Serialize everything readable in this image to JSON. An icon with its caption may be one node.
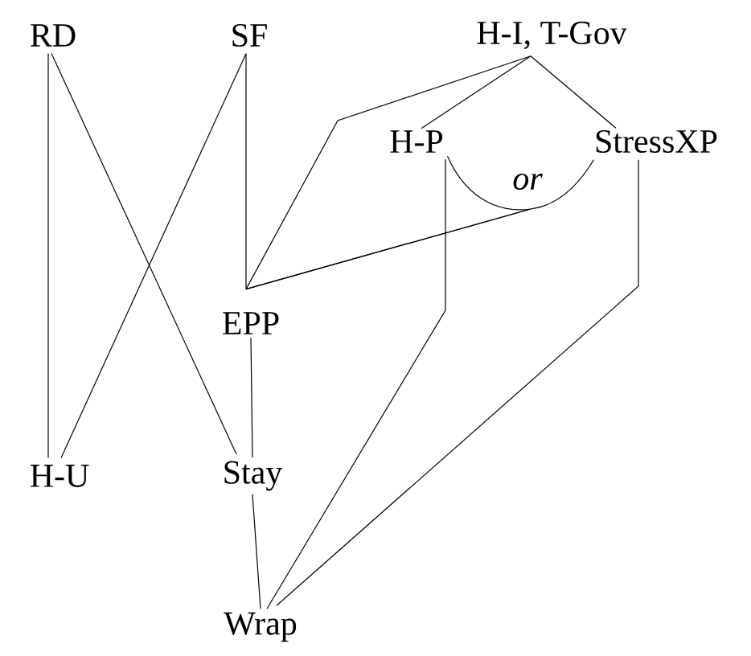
{
  "diagram": {
    "nodes": [
      {
        "text": [
          "RD"
        ]
      },
      {
        "text": [
          "SF"
        ]
      },
      {
        "text": [
          "H-I, T-Gov"
        ]
      },
      {
        "text": [
          "H-P"
        ]
      },
      {
        "text": [
          "StressXP"
        ]
      },
      {
        "text": [
          "EPP"
        ]
      },
      {
        "text": [
          "H-U"
        ]
      },
      {
        "text": [
          "Stay"
        ]
      },
      {
        "text": [
          "Wrap"
        ]
      }
    ],
    "edges": [
      {
        "from": 0,
        "to": 6,
        "arrow": "none"
      },
      {
        "from": 0,
        "to": 7,
        "arrow": "none"
      },
      {
        "from": 1,
        "to": 6,
        "arrow": "none"
      },
      {
        "from": 1,
        "to": 5,
        "arrow": "none"
      },
      {
        "from": 2,
        "to": 5,
        "arrow": "none"
      },
      {
        "from": 2,
        "to": 3,
        "arrow": "none"
      },
      {
        "from": 2,
        "to": 4,
        "arrow": "none"
      },
      {
        "from": 3,
        "to": 5,
        "arrow": "none"
      },
      {
        "from": 4,
        "to": 5,
        "arrow": "none"
      },
      {
        "from": 5,
        "to": 7,
        "arrow": "none"
      },
      {
        "from": 7,
        "to": 8,
        "arrow": "none"
      },
      {
        "from": 3,
        "to": 8,
        "arrow": "none"
      },
      {
        "from": 4,
        "to": 8,
        "arrow": "none"
      }
    ],
    "labels": [
      "or"
    ]
  }
}
